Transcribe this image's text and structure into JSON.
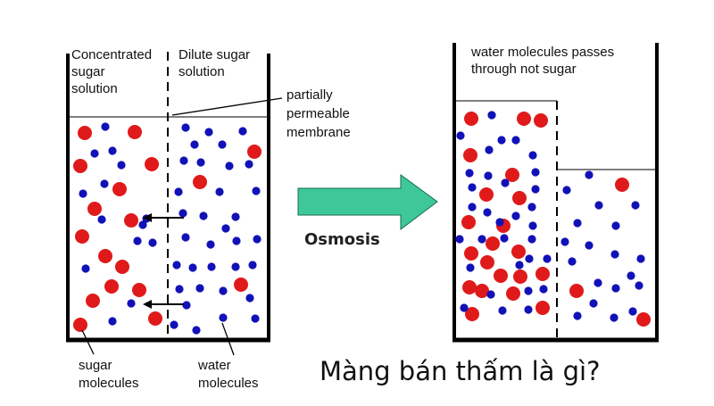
{
  "labels": {
    "concentrated": [
      "Concentrated",
      "sugar",
      "solution"
    ],
    "dilute": [
      "Dilute sugar",
      "solution"
    ],
    "membrane": [
      "partially",
      "permeable",
      "membrane"
    ],
    "right_caption": [
      "water molecules passes",
      "through not sugar"
    ],
    "process": "Osmosis",
    "sugar": [
      "sugar",
      "molecules"
    ],
    "water": [
      "water",
      "molecules"
    ]
  },
  "title": "Màng bán thấm là gì?",
  "colors": {
    "sugar": "#e01a1a",
    "water": "#1111b8",
    "arrow": "#3ec89a",
    "container": "#000000"
  },
  "icons": {
    "process_arrow": "arrow-right-icon",
    "membrane_arrow": "arrow-left-icon"
  }
}
